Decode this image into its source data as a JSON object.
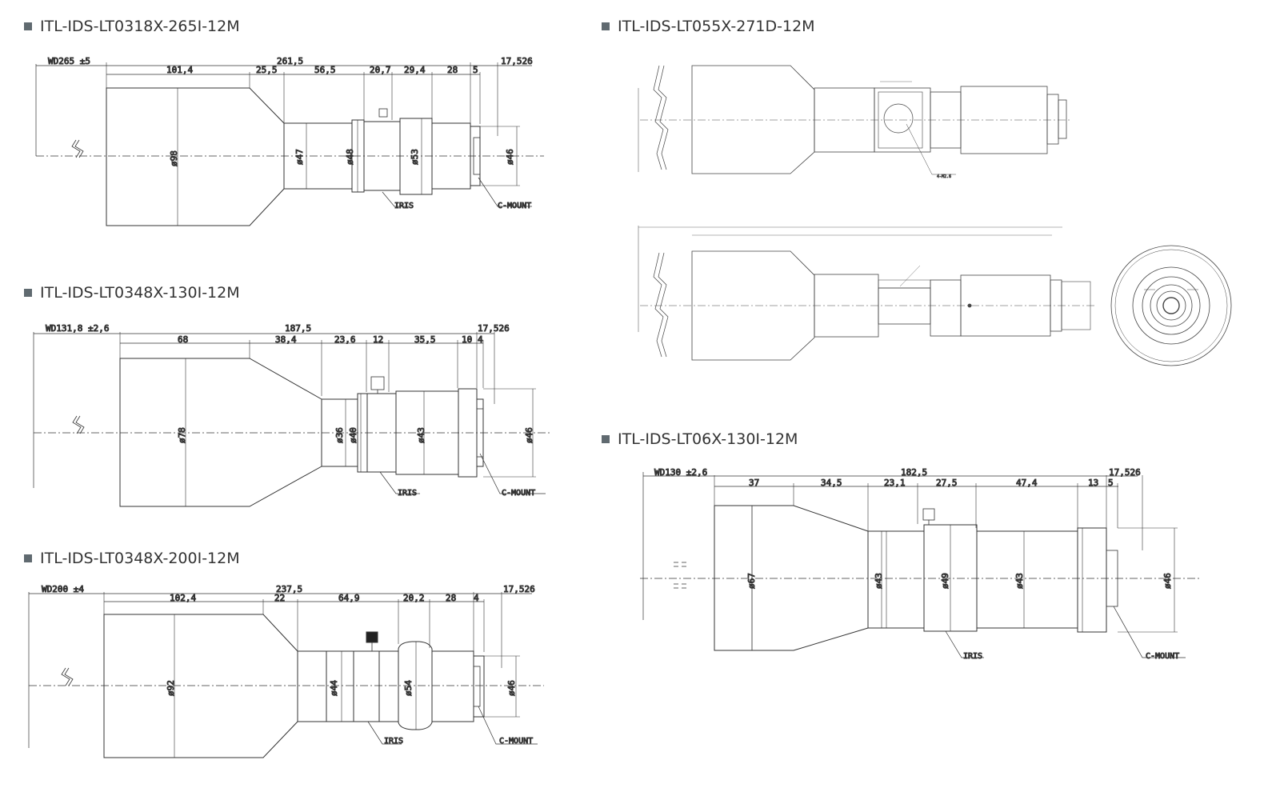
{
  "drawings": {
    "d1": {
      "title": "ITL-IDS-LT0318X-265I-12M",
      "wd": "WD265 ±5",
      "total": "261,5",
      "mount_len": "17,526",
      "segs": [
        "101,4",
        "25,5",
        "56,5",
        "20,7",
        "29,4",
        "28",
        "5"
      ],
      "diams": [
        "ø98",
        "ø47",
        "ø48",
        "ø53",
        "ø46"
      ],
      "iris": "IRIS",
      "mount": "C-MOUNT"
    },
    "d2": {
      "title": "ITL-IDS-LT0348X-130I-12M",
      "wd": "WD131,8 ±2,6",
      "total": "187,5",
      "mount_len": "17,526",
      "segs": [
        "68",
        "38,4",
        "23,6",
        "12",
        "35,5",
        "10",
        "4"
      ],
      "diams": [
        "ø78",
        "ø36",
        "ø40",
        "ø43",
        "ø46"
      ],
      "iris": "IRIS",
      "mount": "C-MOUNT"
    },
    "d3": {
      "title": "ITL-IDS-LT0348X-200I-12M",
      "wd": "WD200 ±4",
      "total": "237,5",
      "mount_len": "17,526",
      "segs": [
        "102,4",
        "22",
        "64,9",
        "20,2",
        "28",
        "4"
      ],
      "diams": [
        "ø92",
        "ø44",
        "ø54",
        "ø46"
      ],
      "iris": "IRIS",
      "mount": "C-MOUNT"
    },
    "d4": {
      "title": "ITL-IDS-LT055X-271D-12M",
      "screw": "4-M2.6"
    },
    "d5": {
      "title": "ITL-IDS-LT06X-130I-12M",
      "wd": "WD130 ±2,6",
      "total": "182,5",
      "mount_len": "17,526",
      "segs": [
        "37",
        "34,5",
        "23,1",
        "27,5",
        "47,4",
        "13",
        "5"
      ],
      "diams": [
        "ø67",
        "ø43",
        "ø49",
        "ø43",
        "ø46"
      ],
      "iris": "IRIS",
      "mount": "C-MOUNT"
    }
  },
  "colors": {
    "line": "#333333",
    "square": "#606a70"
  }
}
